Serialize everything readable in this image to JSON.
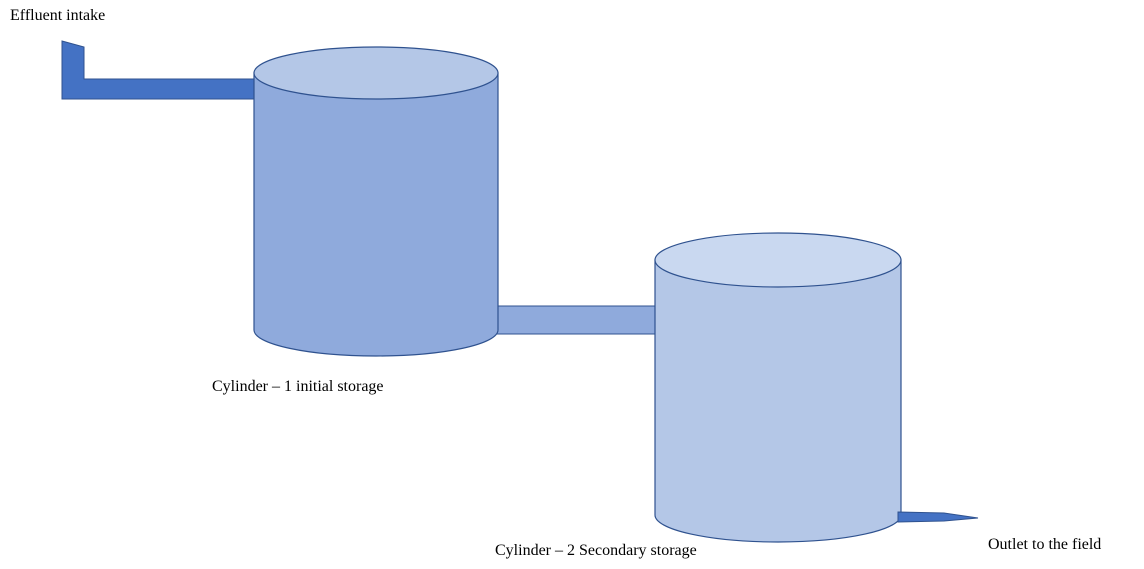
{
  "labels": {
    "intake": "Effluent intake",
    "cylinder1": "Cylinder – 1 initial  storage",
    "cylinder2": "Cylinder – 2 Secondary storage",
    "outlet": "Outlet to the field"
  },
  "colors": {
    "pipe": "#4472c4",
    "cylinder1_body": "#8faadc",
    "cylinder1_top": "#b4c7e7",
    "cylinder2_body": "#b4c7e7",
    "cylinder2_top": "#c9d8f0",
    "connector": "#8faadc",
    "outline": "#2f528f"
  }
}
